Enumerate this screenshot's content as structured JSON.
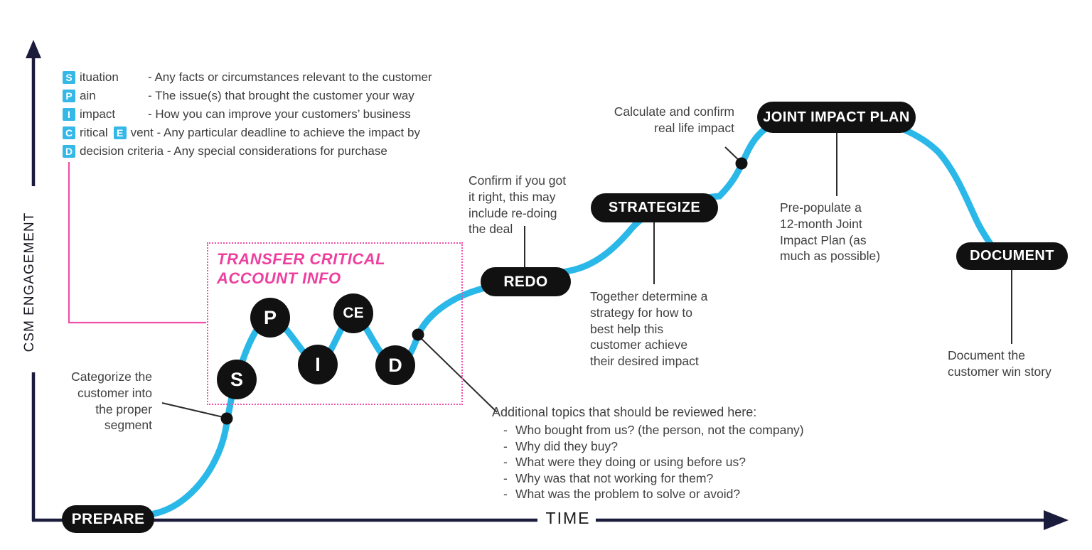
{
  "colors": {
    "curve_blue": "#29b8e8",
    "legend_cyan": "#35b8e8",
    "pink": "#ee3f9e",
    "node_black": "#111111",
    "axis_navy": "#1b1b3b",
    "annotation_gray": "#3f3f3f"
  },
  "axes": {
    "y_label": "CSM ENGAGEMENT",
    "x_label": "TIME"
  },
  "legend": {
    "rows": [
      {
        "letter": "S",
        "word": "ituation",
        "desc": "- Any facts or circumstances relevant to the customer"
      },
      {
        "letter": "P",
        "word": "ain",
        "desc": "- The issue(s) that brought the customer your way"
      },
      {
        "letter": "I",
        "word": "impact",
        "desc": "- How you can improve your customers’ business"
      },
      {
        "letter": "C",
        "word": "ritical",
        "letter2": "E",
        "desc": "vent - Any particular deadline to achieve the impact by"
      },
      {
        "letter": "D",
        "desc": "decision criteria -  Any special considerations for purchase"
      }
    ]
  },
  "transfer_box": {
    "title": "TRANSFER CRITICAL\nACCOUNT INFO"
  },
  "nodes": [
    {
      "label": "S"
    },
    {
      "label": "P"
    },
    {
      "label": "I"
    },
    {
      "label": "CE"
    },
    {
      "label": "D"
    }
  ],
  "stages": {
    "prepare": "PREPARE",
    "redo": "REDO",
    "strategize": "STRATEGIZE",
    "joint_impact_plan": "JOINT IMPACT PLAN",
    "document": "DOCUMENT"
  },
  "annotations": {
    "categorize": "Categorize the\ncustomer into\nthe proper\nsegment",
    "confirm_redo": "Confirm if you got\nit right, this may\ninclude re-doing\nthe deal",
    "calculate": "Calculate and confirm\nreal life impact",
    "prepopulate": "Pre-populate a\n12-month Joint\nImpact Plan (as\nmuch as possible)",
    "together": "Together determine a\nstrategy for how to\nbest help this\ncustomer achieve\ntheir desired impact",
    "win_story": "Document the\ncustomer win story",
    "additional_topics": {
      "heading": "Additional topics that should be reviewed here:",
      "bullet": "-",
      "items": [
        "Who bought from us? (the person, not the company)",
        "Why did they buy?",
        "What were they doing or using before us?",
        "Why was that not working for them?",
        "What was the problem to solve or avoid?"
      ]
    }
  }
}
